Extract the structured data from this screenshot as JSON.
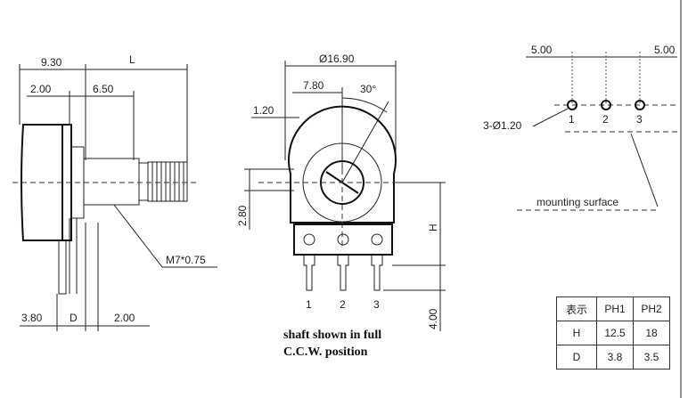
{
  "side_view": {
    "dim_930": "9.30",
    "dim_L": "L",
    "dim_200_top": "2.00",
    "dim_650": "6.50",
    "thread": "M7*0.75",
    "dim_380": "3.80",
    "dim_D": "D",
    "dim_200_bottom": "2.00"
  },
  "front_view": {
    "diameter": "Ø16.90",
    "dim_780": "7.80",
    "angle": "30°",
    "dim_120": "1.20",
    "dim_280": "2.80",
    "dim_H": "H",
    "dim_400": "4.00",
    "pins": [
      "1",
      "2",
      "3"
    ],
    "caption_line1": "shaft shown in full",
    "caption_line2": "C.C.W. position"
  },
  "pcb_view": {
    "pitch_left": "5.00",
    "pitch_right": "5.00",
    "holes": "3-Ø1.20",
    "pins": [
      "1",
      "2",
      "3"
    ],
    "mounting_surface": "mounting surface"
  },
  "table": {
    "header": [
      "表示",
      "PH1",
      "PH2"
    ],
    "rows": [
      [
        "H",
        "12.5",
        "18"
      ],
      [
        "D",
        "3.8",
        "3.5"
      ]
    ]
  }
}
